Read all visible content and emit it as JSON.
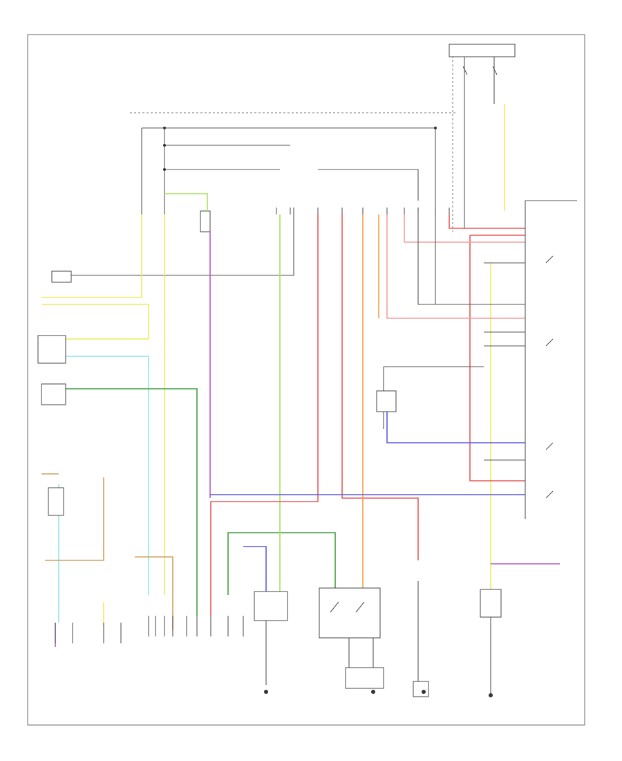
{
  "diagram": {
    "page_tag": "",
    "colors": {
      "black": "#555555",
      "yellow": "#ecec5a",
      "light_green": "#a8e05a",
      "green": "#3f9f3f",
      "light_blue": "#8fe6ea",
      "violet": "#b05ac6",
      "red": "#e85a5a",
      "pink": "#f0a0a0",
      "orange": "#f0a048",
      "blue": "#5a5ae8",
      "tan": "#d2a060",
      "white": "#cfcfcf"
    },
    "components": [
      {
        "id": "hot-at-all-times-source",
        "icon": "fuse-icon"
      },
      {
        "id": "junction-block",
        "icon": "connector-icon"
      },
      {
        "id": "engine-control-module",
        "icon": "module-icon"
      },
      {
        "id": "transmission-relay",
        "icon": "relay-icon"
      },
      {
        "id": "transmission-switch",
        "icon": "switch-icon"
      },
      {
        "id": "shift-solenoid-valve",
        "icon": "solenoid-icon"
      },
      {
        "id": "sensor-left",
        "icon": "sensor-icon"
      },
      {
        "id": "sensor-right",
        "icon": "sensor-icon"
      },
      {
        "id": "ground-point",
        "icon": "ground-icon"
      }
    ]
  }
}
